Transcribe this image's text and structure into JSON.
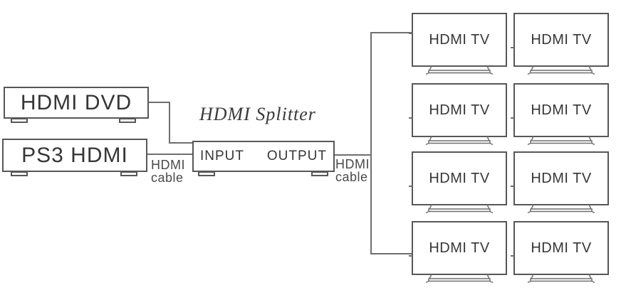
{
  "splitter": {
    "title": "HDMI Splitter",
    "input_label": "INPUT",
    "output_label": "OUTPUT"
  },
  "sources": [
    {
      "label": "HDMI DVD"
    },
    {
      "label": "PS3 HDMI"
    }
  ],
  "cables": {
    "input": {
      "line1": "HDMI",
      "line2": "cable"
    },
    "output": {
      "line1": "HDMI",
      "line2": "cable"
    }
  },
  "tvs": [
    {
      "label": "HDMI TV"
    },
    {
      "label": "HDMI TV"
    },
    {
      "label": "HDMI TV"
    },
    {
      "label": "HDMI TV"
    },
    {
      "label": "HDMI TV"
    },
    {
      "label": "HDMI TV"
    },
    {
      "label": "HDMI TV"
    },
    {
      "label": "HDMI TV"
    }
  ],
  "colors": {
    "line": "#6f6f6f",
    "border": "#575757",
    "text": "#363636",
    "title": "#3a3a3a"
  }
}
